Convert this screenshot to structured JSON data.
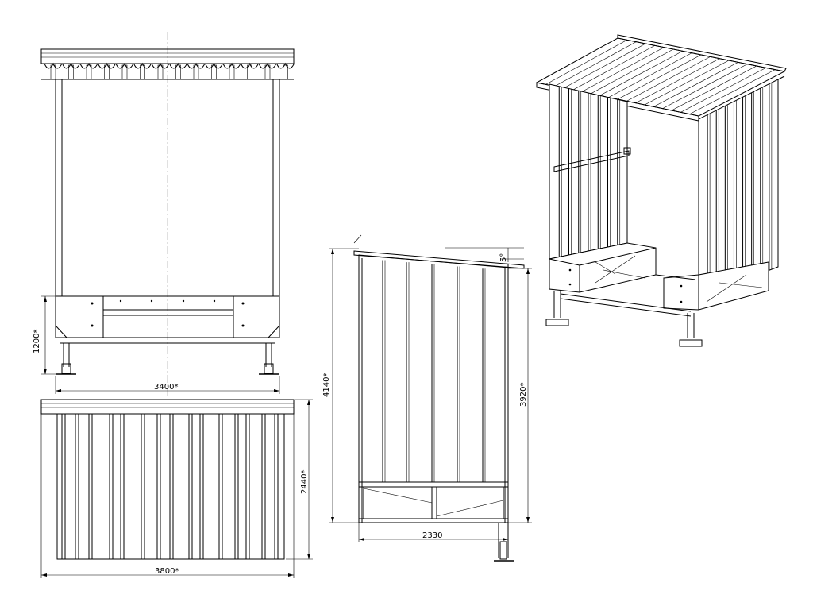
{
  "dimensions": {
    "front_height": "1200*",
    "front_width": "3400*",
    "back_height": "2440*",
    "back_width": "3800*",
    "side_total_height": "4140*",
    "side_wall_height": "3920*",
    "side_depth": "2330",
    "roof_angle": "5°"
  },
  "views": {
    "front": "front-elevation",
    "back": "rear-elevation",
    "side": "side-elevation",
    "iso": "isometric-view"
  }
}
